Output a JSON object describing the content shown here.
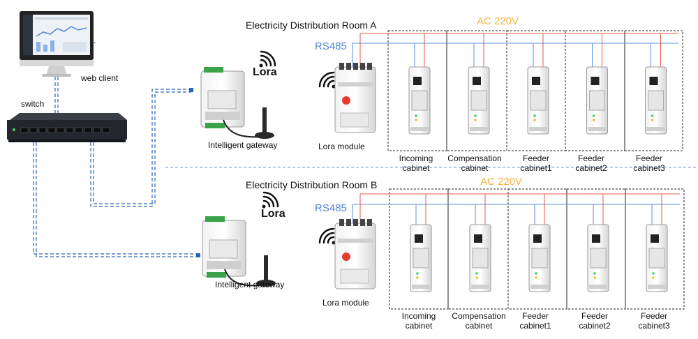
{
  "client": {
    "label": "web client",
    "dot": "."
  },
  "switch": {
    "label": "switch"
  },
  "lora_label": "Lora",
  "gateway_label": "Intelligent gateway",
  "module_label": "Lora module",
  "colors": {
    "network_dash": "#2c64b7",
    "ac_line": "#e35a45",
    "rs485_line": "#5b8ee2",
    "ac_text": "#f4b342",
    "rs485_text": "#4f86d8",
    "divider": "#6c93c9"
  },
  "rooms": [
    {
      "title": "Electricity Distribution Room A",
      "ac_label": "AC 220V",
      "rs485_label": "RS485",
      "cabinets": [
        {
          "line1": "Incoming",
          "line2": "cabinet"
        },
        {
          "line1": "Compensation",
          "line2": "cabinet"
        },
        {
          "line1": "Feeder",
          "line2": "cabinet1"
        },
        {
          "line1": "Feeder",
          "line2": "cabinet2"
        },
        {
          "line1": "Feeder",
          "line2": "cabinet3"
        }
      ]
    },
    {
      "title": "Electricity Distribution Room B",
      "ac_label": "AC 220V",
      "rs485_label": "RS485",
      "cabinets": [
        {
          "line1": "Incoming",
          "line2": "cabinet"
        },
        {
          "line1": "Compensation",
          "line2": "cabinet"
        },
        {
          "line1": "Feeder",
          "line2": "cabinet1"
        },
        {
          "line1": "Feeder",
          "line2": "cabinet2"
        },
        {
          "line1": "Feeder",
          "line2": "cabinet3"
        }
      ]
    }
  ]
}
